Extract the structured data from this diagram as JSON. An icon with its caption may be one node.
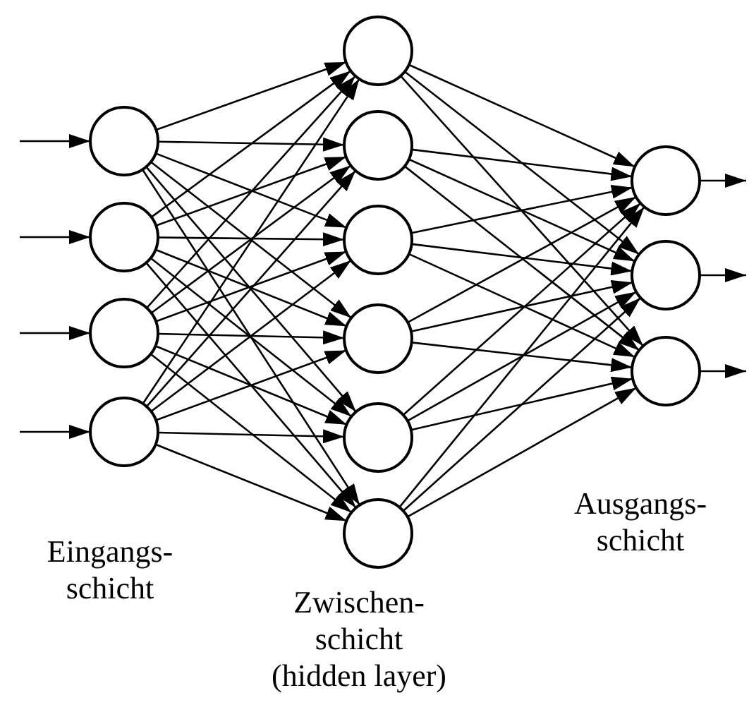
{
  "diagram": {
    "nodes": [
      {
        "text": [],
        "shape": "circle"
      },
      {
        "text": [],
        "shape": "circle"
      },
      {
        "text": [],
        "shape": "circle"
      },
      {
        "text": [],
        "shape": "circle"
      },
      {
        "text": [],
        "shape": "circle"
      },
      {
        "text": [],
        "shape": "circle"
      },
      {
        "text": [],
        "shape": "circle"
      },
      {
        "text": [],
        "shape": "circle"
      },
      {
        "text": [],
        "shape": "circle"
      },
      {
        "text": [],
        "shape": "circle"
      },
      {
        "text": [],
        "shape": "circle"
      },
      {
        "text": [],
        "shape": "circle"
      },
      {
        "text": [],
        "shape": "circle"
      }
    ],
    "edges": [
      {
        "from": null,
        "to": 0,
        "arrow": "to"
      },
      {
        "from": null,
        "to": 1,
        "arrow": "to"
      },
      {
        "from": null,
        "to": 2,
        "arrow": "to"
      },
      {
        "from": null,
        "to": 3,
        "arrow": "to"
      },
      {
        "from": 0,
        "to": 4,
        "arrow": "to"
      },
      {
        "from": 0,
        "to": 5,
        "arrow": "to"
      },
      {
        "from": 0,
        "to": 6,
        "arrow": "to"
      },
      {
        "from": 0,
        "to": 7,
        "arrow": "to"
      },
      {
        "from": 0,
        "to": 8,
        "arrow": "to"
      },
      {
        "from": 0,
        "to": 9,
        "arrow": "to"
      },
      {
        "from": 1,
        "to": 4,
        "arrow": "to"
      },
      {
        "from": 1,
        "to": 5,
        "arrow": "to"
      },
      {
        "from": 1,
        "to": 6,
        "arrow": "to"
      },
      {
        "from": 1,
        "to": 7,
        "arrow": "to"
      },
      {
        "from": 1,
        "to": 8,
        "arrow": "to"
      },
      {
        "from": 1,
        "to": 9,
        "arrow": "to"
      },
      {
        "from": 2,
        "to": 4,
        "arrow": "to"
      },
      {
        "from": 2,
        "to": 5,
        "arrow": "to"
      },
      {
        "from": 2,
        "to": 6,
        "arrow": "to"
      },
      {
        "from": 2,
        "to": 7,
        "arrow": "to"
      },
      {
        "from": 2,
        "to": 8,
        "arrow": "to"
      },
      {
        "from": 2,
        "to": 9,
        "arrow": "to"
      },
      {
        "from": 3,
        "to": 4,
        "arrow": "to"
      },
      {
        "from": 3,
        "to": 5,
        "arrow": "to"
      },
      {
        "from": 3,
        "to": 6,
        "arrow": "to"
      },
      {
        "from": 3,
        "to": 7,
        "arrow": "to"
      },
      {
        "from": 3,
        "to": 8,
        "arrow": "to"
      },
      {
        "from": 3,
        "to": 9,
        "arrow": "to"
      },
      {
        "from": 4,
        "to": 10,
        "arrow": "to"
      },
      {
        "from": 4,
        "to": 11,
        "arrow": "to"
      },
      {
        "from": 4,
        "to": 12,
        "arrow": "to"
      },
      {
        "from": 5,
        "to": 10,
        "arrow": "to"
      },
      {
        "from": 5,
        "to": 11,
        "arrow": "to"
      },
      {
        "from": 5,
        "to": 12,
        "arrow": "to"
      },
      {
        "from": 6,
        "to": 10,
        "arrow": "to"
      },
      {
        "from": 6,
        "to": 11,
        "arrow": "to"
      },
      {
        "from": 6,
        "to": 12,
        "arrow": "to"
      },
      {
        "from": 7,
        "to": 10,
        "arrow": "to"
      },
      {
        "from": 7,
        "to": 11,
        "arrow": "to"
      },
      {
        "from": 7,
        "to": 12,
        "arrow": "to"
      },
      {
        "from": 8,
        "to": 10,
        "arrow": "to"
      },
      {
        "from": 8,
        "to": 11,
        "arrow": "to"
      },
      {
        "from": 8,
        "to": 12,
        "arrow": "to"
      },
      {
        "from": 9,
        "to": 10,
        "arrow": "to"
      },
      {
        "from": 9,
        "to": 11,
        "arrow": "to"
      },
      {
        "from": 9,
        "to": 12,
        "arrow": "to"
      },
      {
        "from": 10,
        "to": null,
        "arrow": "to"
      },
      {
        "from": 11,
        "to": null,
        "arrow": "to"
      },
      {
        "from": 12,
        "to": null,
        "arrow": "to"
      }
    ],
    "labels": [
      "Eingangs- schicht",
      "Zwischen- schicht (hidden layer)",
      "Ausgangs- schicht"
    ]
  }
}
